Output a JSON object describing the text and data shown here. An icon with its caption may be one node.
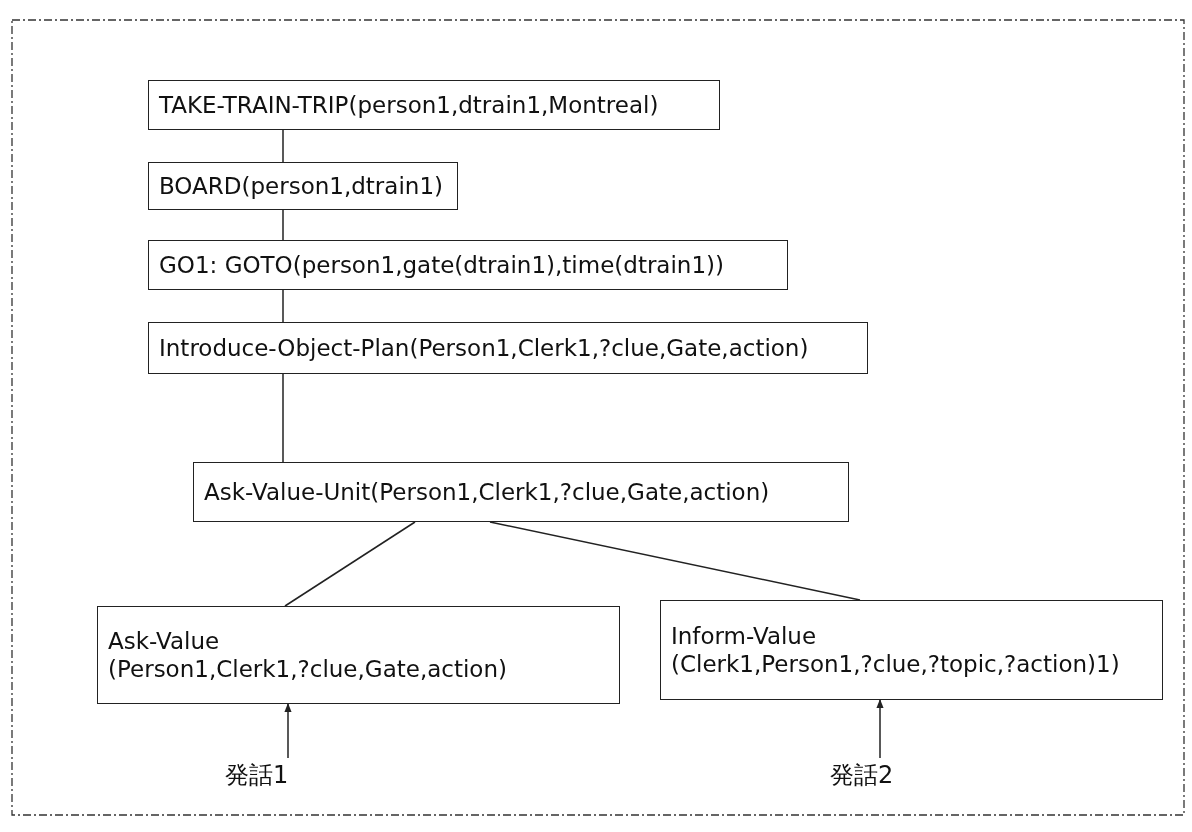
{
  "diagram": {
    "nodes": [
      {
        "text": [
          "TAKE-TRAIN-TRIP(person1,dtrain1,Montreal)"
        ]
      },
      {
        "text": [
          "BOARD(person1,dtrain1)"
        ]
      },
      {
        "text": [
          "GO1: GOTO(person1,gate(dtrain1),time(dtrain1))"
        ]
      },
      {
        "text": [
          "Introduce-Object-Plan(Person1,Clerk1,?clue,Gate,action)"
        ]
      },
      {
        "text": [
          "Ask-Value-Unit(Person1,Clerk1,?clue,Gate,action)"
        ]
      },
      {
        "text": [
          "Ask-Value (Person1,Clerk1,?clue,Gate,action)"
        ]
      },
      {
        "text": [
          "Inform-Value (Clerk1,Person1,?clue,?topic,?action)1)"
        ]
      },
      {
        "text": [
          "発話1"
        ]
      },
      {
        "text": [
          "発話2"
        ]
      }
    ],
    "edges": [
      {
        "from": 0,
        "to": 1,
        "arrow": "none"
      },
      {
        "from": 1,
        "to": 2,
        "arrow": "none"
      },
      {
        "from": 2,
        "to": 3,
        "arrow": "none"
      },
      {
        "from": 3,
        "to": 4,
        "arrow": "none"
      },
      {
        "from": 4,
        "to": 5,
        "arrow": "none"
      },
      {
        "from": 4,
        "to": 6,
        "arrow": "none"
      },
      {
        "from": 7,
        "to": 5,
        "arrow": "to"
      },
      {
        "from": 8,
        "to": 6,
        "arrow": "to"
      }
    ]
  }
}
